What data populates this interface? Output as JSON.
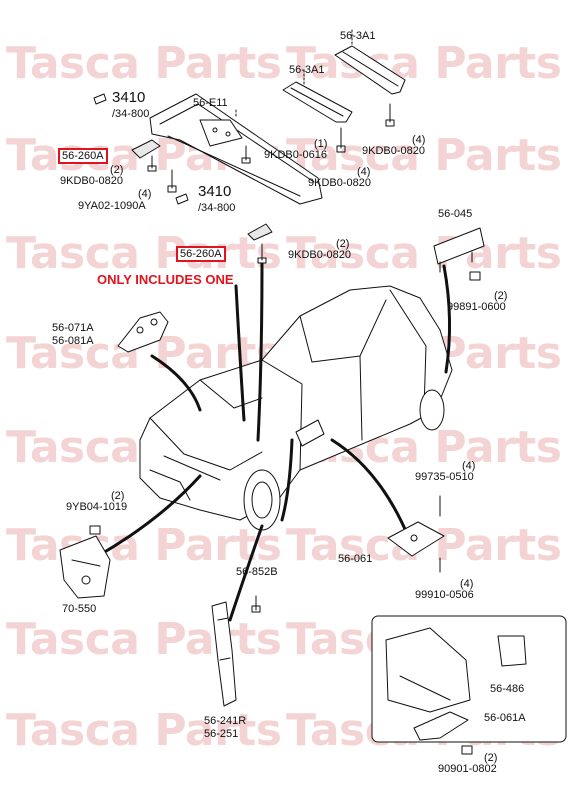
{
  "watermark": "Tasca Parts",
  "accent_color": "#e0141e",
  "labels": {
    "p_56_3A1_top": "56-3A1",
    "p_56_3A1_mid": "56-3A1",
    "p_56_E11": "56-E11",
    "p_3410_a": "3410",
    "p_34_800_a": "/34-800",
    "p_56_260A_a": "56-260A",
    "q_2_a": "(2)",
    "p_9KDB0_0820_a": "9KDB0-0820",
    "q_4_a": "(4)",
    "p_9YA02_1090A": "9YA02-1090A",
    "q_1_a": "(1)",
    "p_9KDB0_0616": "9KDB0-0616",
    "q_4_b": "(4)",
    "p_9KDB0_0820_b": "9KDB0-0820",
    "q_4_c": "(4)",
    "p_9KDB0_0820_c": "9KDB0-0820",
    "p_3410_b": "3410",
    "p_34_800_b": "/34-800",
    "p_56_260A_b": "56-260A",
    "q_2_b": "(2)",
    "p_9KDB0_0820_d": "9KDB0-0820",
    "note_only_one": "ONLY INCLUDES ONE",
    "p_56_045": "56-045",
    "q_2_c": "(2)",
    "p_99891_0600": "99891-0600",
    "p_56_071A": "56-071A",
    "p_56_081A": "56-081A",
    "q_4_d": "(4)",
    "p_99735_0510": "99735-0510",
    "q_2_d": "(2)",
    "p_9YB04_1019": "9YB04-1019",
    "p_56_061": "56-061",
    "q_4_e": "(4)",
    "p_99910_0506": "99910-0506",
    "p_70_550": "70-550",
    "p_56_852B": "56-852B",
    "p_56_486": "56-486",
    "p_56_061A": "56-061A",
    "p_56_241R": "56-241R",
    "p_56_251": "56-251",
    "q_2_e": "(2)",
    "p_90901_0802": "90901-0802"
  }
}
